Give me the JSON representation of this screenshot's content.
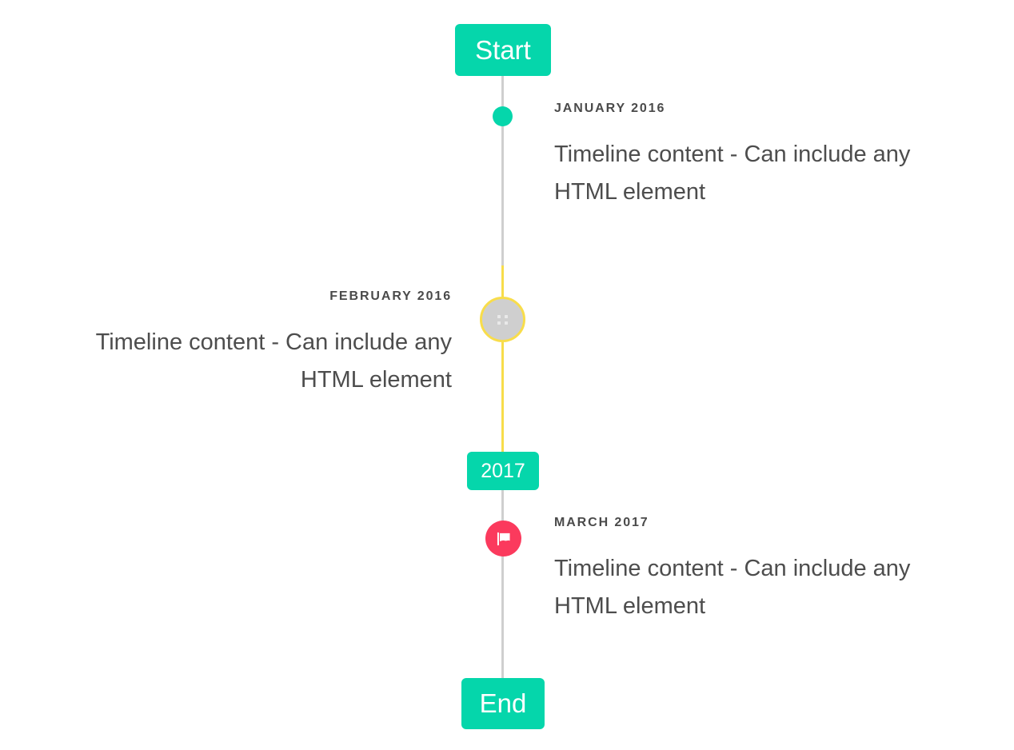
{
  "theme": {
    "accent_teal": "#05d6ab",
    "line_gray": "#cfcfcf",
    "line_yellow": "#f8dd4b",
    "marker_pink": "#fb3a5d",
    "marker_gray": "#cfcfcf",
    "text_dark": "#4d4d4d",
    "badge_text": "#ffffff"
  },
  "badges": {
    "start": "Start",
    "middle": "2017",
    "end": "End"
  },
  "events": [
    {
      "date": "JANUARY 2016",
      "text": "Timeline content - Can include any HTML element",
      "side": "right",
      "marker": "dot-icon"
    },
    {
      "date": "FEBRUARY 2016",
      "text": "Timeline content - Can include any HTML element",
      "side": "left",
      "marker": "ellipsis-icon"
    },
    {
      "date": "MARCH 2017",
      "text": "Timeline content - Can include any HTML element",
      "side": "right",
      "marker": "flag-icon"
    }
  ]
}
